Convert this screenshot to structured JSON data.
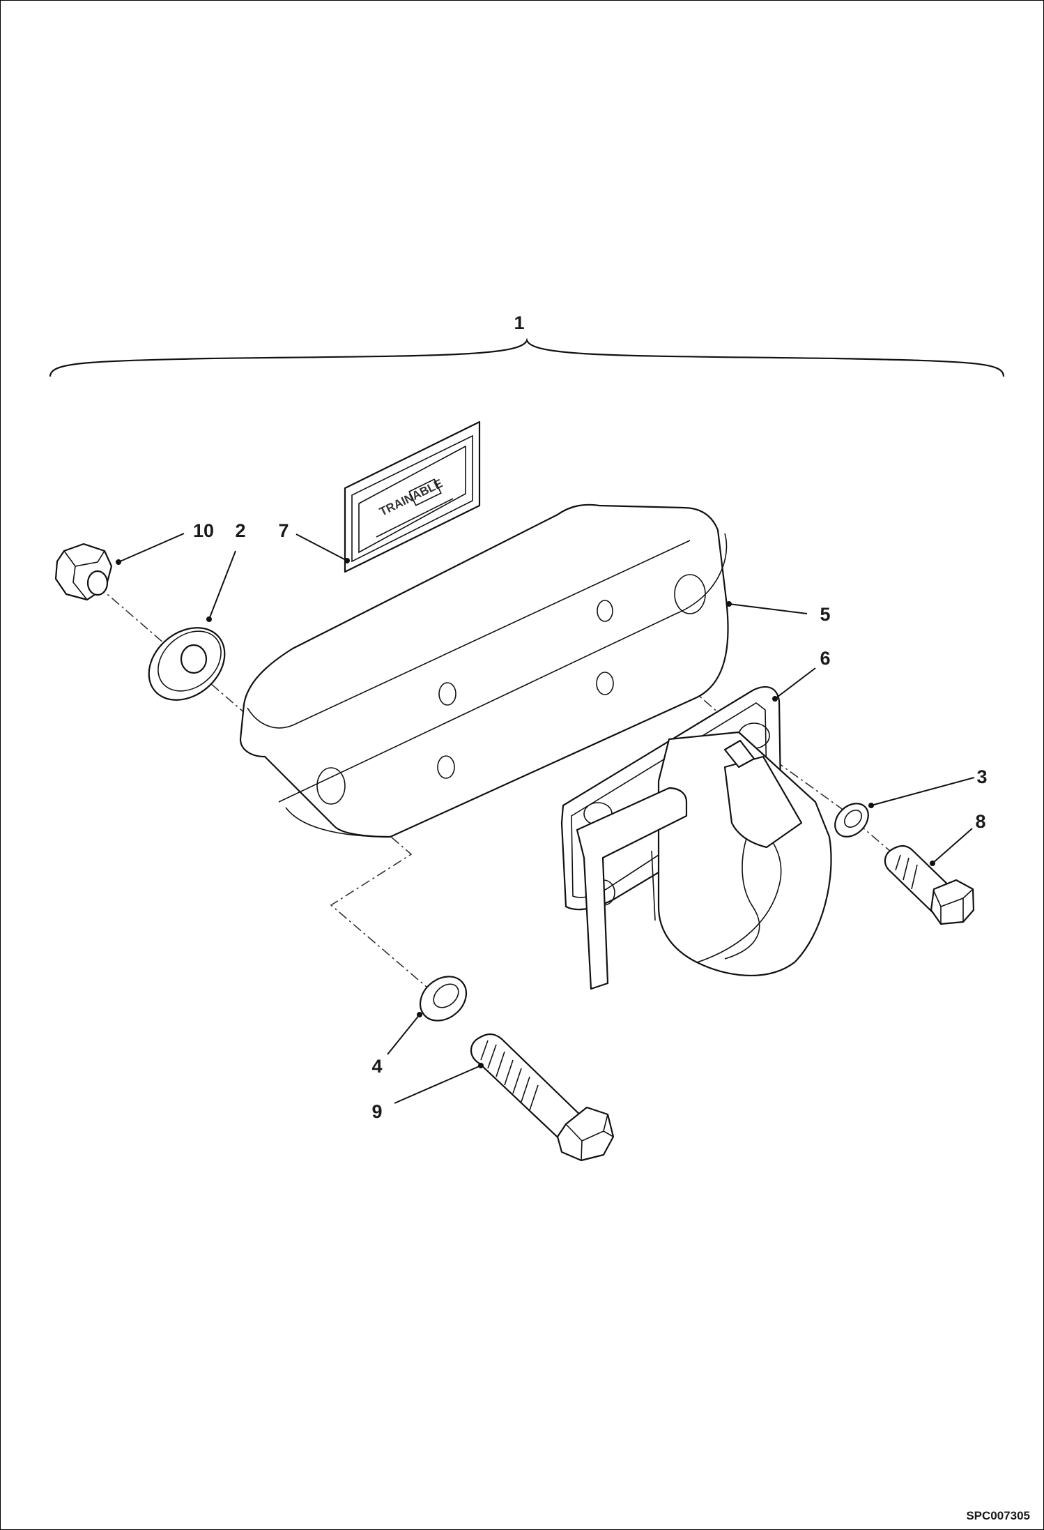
{
  "diagram": {
    "document_code": "SPC007305",
    "plate_label": "TRAINABLE",
    "callouts": [
      {
        "id": "c1",
        "text": "1"
      },
      {
        "id": "c2",
        "text": "2"
      },
      {
        "id": "c3",
        "text": "3"
      },
      {
        "id": "c4",
        "text": "4"
      },
      {
        "id": "c5",
        "text": "5"
      },
      {
        "id": "c6",
        "text": "6"
      },
      {
        "id": "c7",
        "text": "7"
      },
      {
        "id": "c8",
        "text": "8"
      },
      {
        "id": "c9",
        "text": "9"
      },
      {
        "id": "c10",
        "text": "10"
      }
    ]
  }
}
